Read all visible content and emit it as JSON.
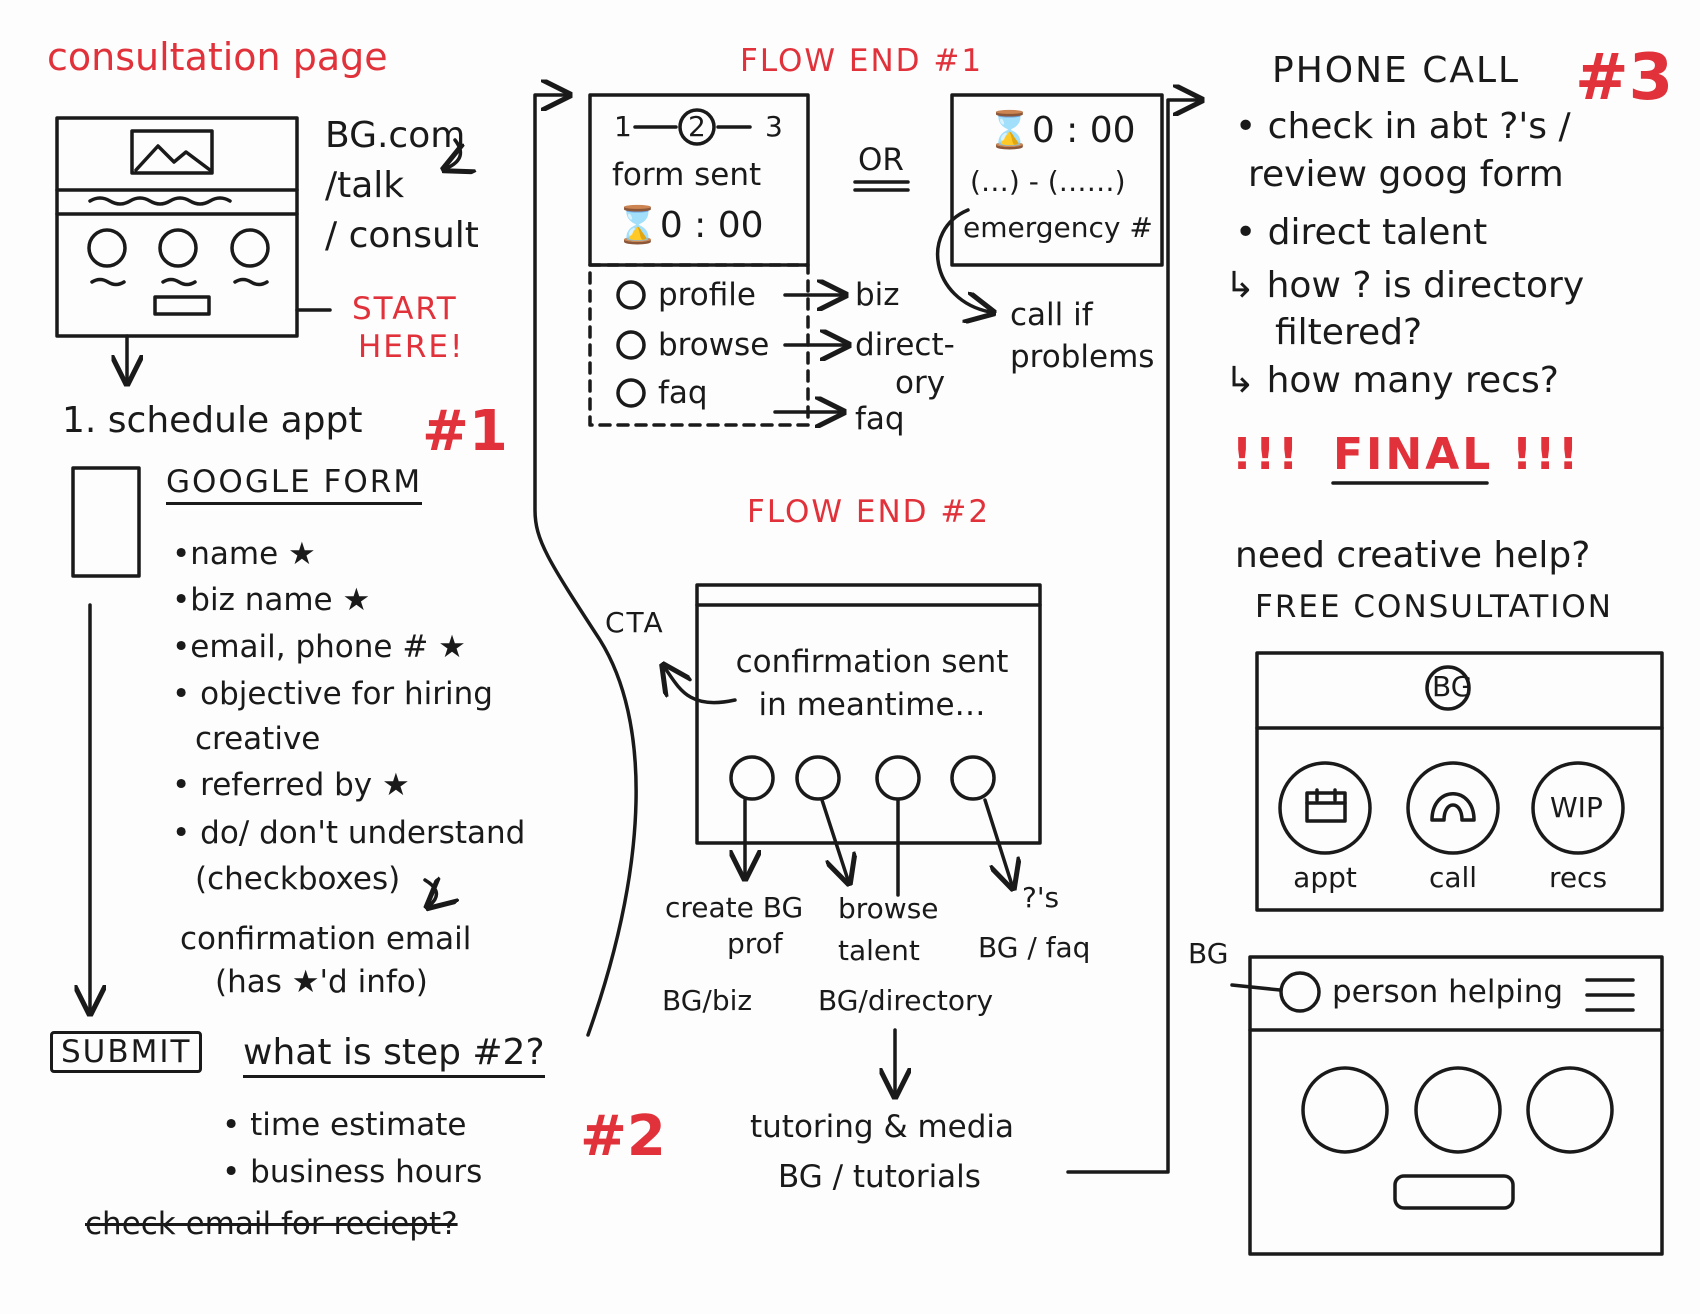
{
  "colors": {
    "ink": "#1a1a1a",
    "accent": "#e1323b"
  },
  "icons": [
    "image-placeholder-icon",
    "arrow-icon",
    "calendar-icon",
    "phone-icon",
    "hamburger-menu-icon"
  ],
  "left": {
    "title": "consultation page",
    "urls": [
      "BG.com",
      "/talk",
      "/ consult"
    ],
    "start": [
      "START",
      "HERE!"
    ],
    "step1": "1. schedule appt",
    "marker1": "#1",
    "google_form": "GOOGLE FORM",
    "fields": [
      "•name ★",
      "•biz name ★",
      "•email, phone # ★",
      "• objective for hiring",
      "creative",
      "• referred by ★",
      "• do/ don't understand",
      "(checkboxes)"
    ],
    "confirmation": [
      "confirmation email",
      "(has ★'d info)"
    ],
    "submit": "SUBMIT",
    "step2": "what is step #2?",
    "marker2": "#2",
    "step2_items": [
      "• time estimate",
      "• business hours"
    ],
    "struck": "check email for reciept?"
  },
  "flow1": {
    "title": "FLOW END #1",
    "stepper": [
      "1",
      "2",
      "3"
    ],
    "form_sent": "form sent",
    "timer": "⌛0 : 00",
    "or": "OR",
    "timer2": "⌛0 : 00",
    "phone_mask": "(…) - (……)",
    "emergency": "emergency #",
    "options": [
      "profile",
      "browse",
      "faq"
    ],
    "targets": [
      "biz",
      "direct-",
      "ory",
      "faq"
    ],
    "call_note": [
      "call if",
      "problems"
    ]
  },
  "flow2": {
    "title": "FLOW END #2",
    "cta": "CTA",
    "screen_text": [
      "confirmation sent",
      "in meantime…"
    ],
    "labels": [
      "create BG",
      "prof",
      "browse",
      "talent",
      "?'s",
      "BG / faq"
    ],
    "paths": [
      "BG/biz",
      "BG/directory"
    ],
    "tutoring": [
      "tutoring & media",
      "BG / tutorials"
    ]
  },
  "phone": {
    "title": "PHONE CALL",
    "marker3": "#3",
    "bullets": [
      "• check in abt ?'s /",
      "review goog form",
      "• direct talent",
      "↳ how ? is directory",
      "filtered?",
      "↳ how many recs?"
    ],
    "final": "FINAL",
    "bangs": "!!!",
    "need": "need creative help?",
    "free": "FREE CONSULTATION",
    "logo": "BG",
    "buttons": [
      "appt",
      "call",
      "recs"
    ],
    "wip": "WIP",
    "bg_label": "BG",
    "person": "person helping"
  }
}
